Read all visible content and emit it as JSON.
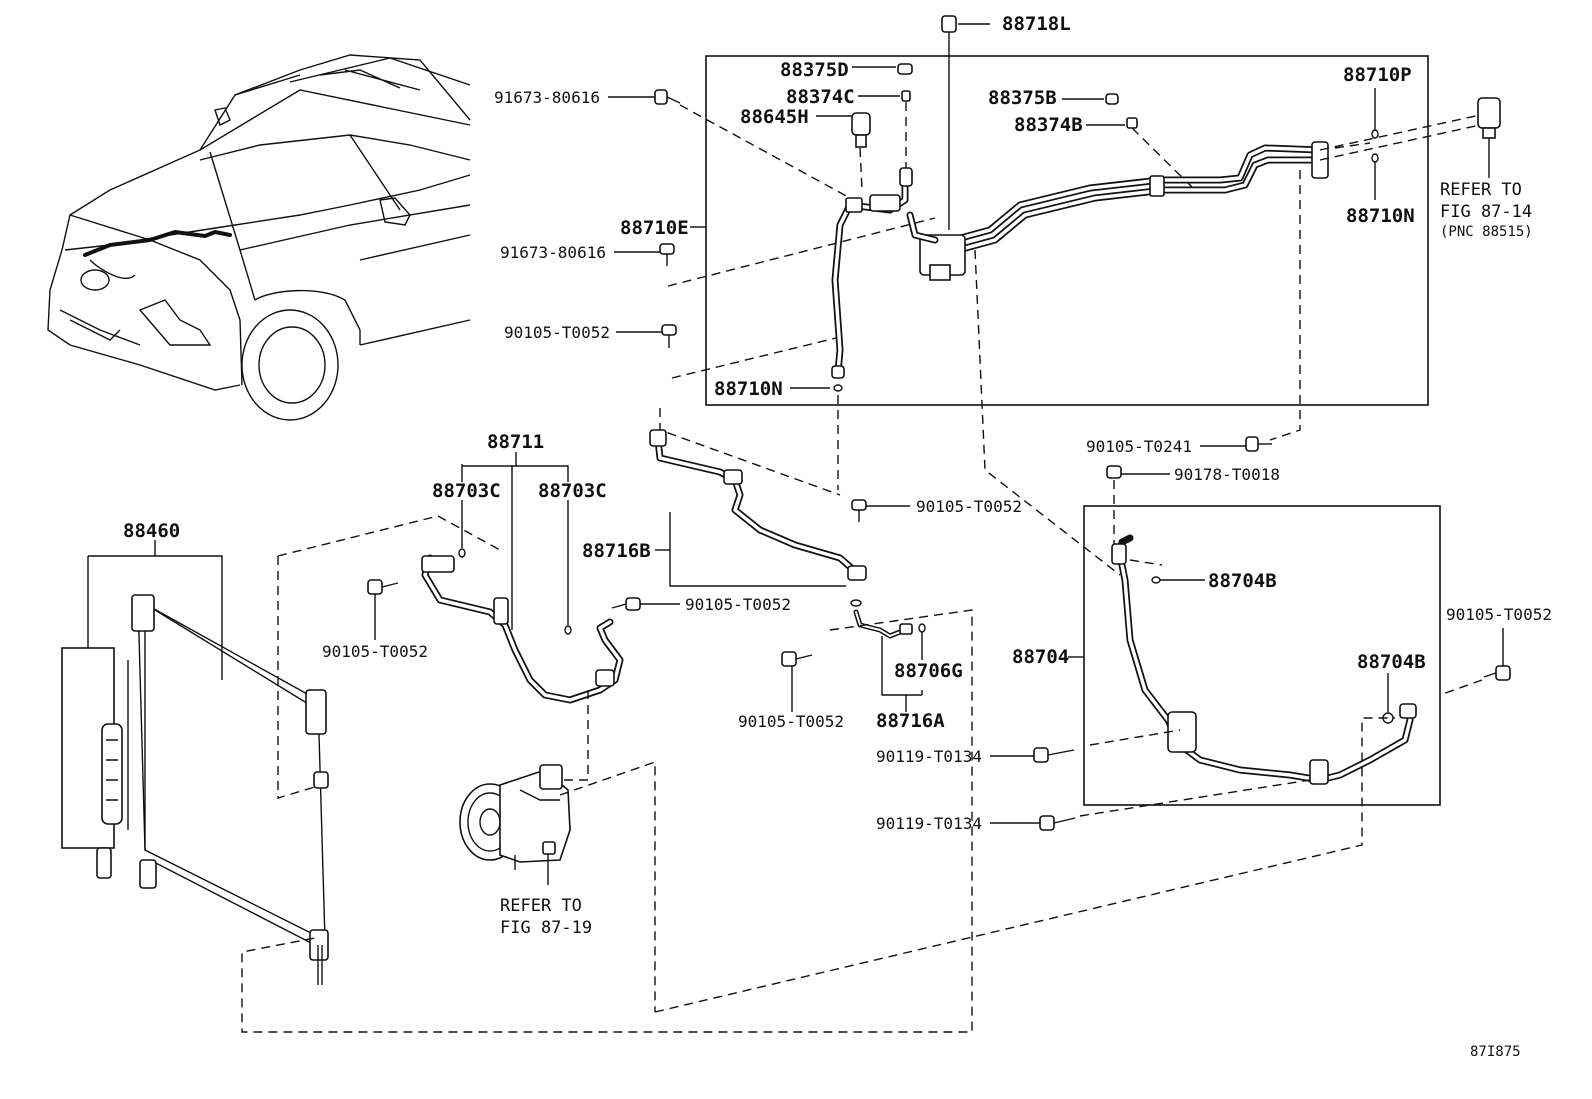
{
  "labels": {
    "p88718L": "88718L",
    "p88375D": "88375D",
    "p88374C": "88374C",
    "p88645H": "88645H",
    "p91673_top": "91673-80616",
    "p88375B": "88375B",
    "p88374B": "88374B",
    "p88710P": "88710P",
    "p88710N_right": "88710N",
    "p88710E": "88710E",
    "p91673_mid": "91673-80616",
    "p90105_T0052_a": "90105-T0052",
    "p88710N_left": "88710N",
    "p90105_T0241": "90105-T0241",
    "p90178_T0018": "90178-T0018",
    "p88711": "88711",
    "p88703C_left": "88703C",
    "p88703C_right": "88703C",
    "p88460": "88460",
    "p88716B": "88716B",
    "p90105_T0052_b": "90105-T0052",
    "p90105_T0052_c": "90105-T0052",
    "p90105_T0052_d": "90105-T0052",
    "p88706G": "88706G",
    "p88716A": "88716A",
    "p90105_T0052_e": "90105-T0052",
    "p88704B_top": "88704B",
    "p88704": "88704",
    "p88704B_bottom": "88704B",
    "p90105_T0052_f": "90105-T0052",
    "p90119_T0134_a": "90119-T0134",
    "p90119_T0134_b": "90119-T0134"
  },
  "refs": {
    "fig8714_line1": "REFER TO",
    "fig8714_line2": "FIG 87-14",
    "fig8714_line3": "(PNC 88515)",
    "fig8719_line1": "REFER TO",
    "fig8719_line2": "FIG 87-19"
  },
  "figure_id": "87I875",
  "icons": [
    "vehicle-illustration",
    "condenser-icon",
    "compressor-icon",
    "bolt-icon",
    "o-ring-icon",
    "pressure-switch-icon",
    "ac-pipe-icon",
    "ac-hose-icon"
  ]
}
